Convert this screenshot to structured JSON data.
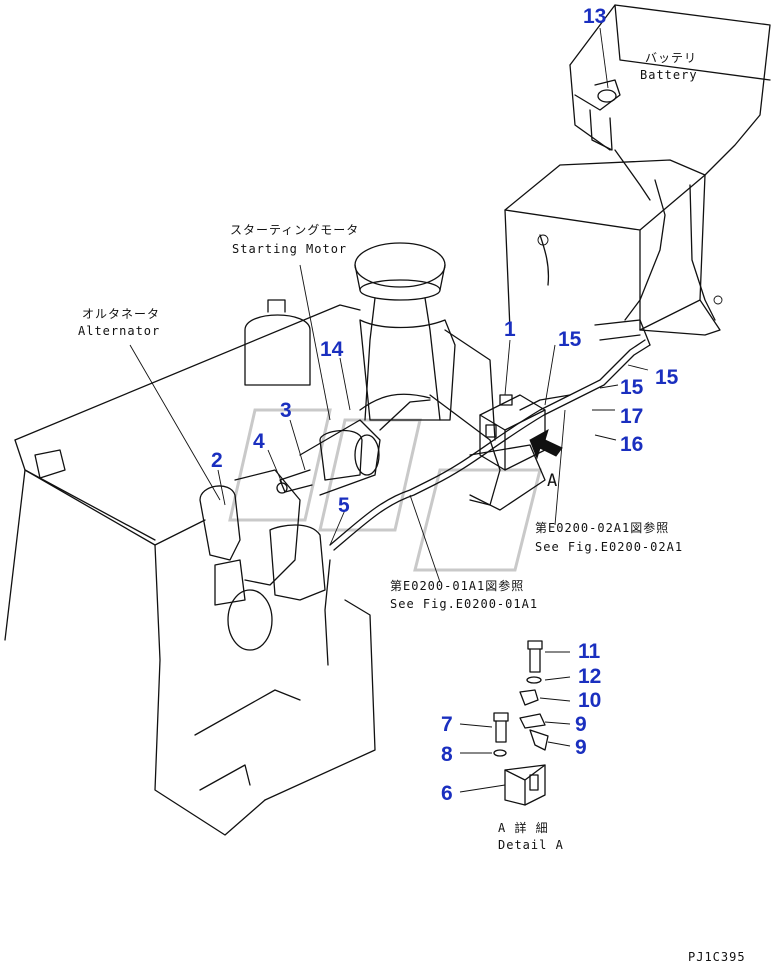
{
  "labels": {
    "battery_jp": "バッテリ",
    "battery_en": "Battery",
    "starting_motor_jp": "スターティングモータ",
    "starting_motor_en": "Starting Motor",
    "alternator_jp": "オルタネータ",
    "alternator_en": "Alternator",
    "ref_a1_jp": "第E0200-02A1図参照",
    "ref_a1_en": "See Fig.E0200-02A1",
    "ref_b1_jp": "第E0200-01A1図参照",
    "ref_b1_en": "See Fig.E0200-01A1",
    "view_letter": "A",
    "detail_jp": "A 詳 細",
    "detail_en": "Detail A",
    "drawing_code": "PJ1C395"
  },
  "callouts": {
    "c13": "13",
    "c1": "1",
    "c15a": "15",
    "c15b": "15",
    "c15c": "15",
    "c17": "17",
    "c16": "16",
    "c14": "14",
    "c3": "3",
    "c4": "4",
    "c2": "2",
    "c5": "5",
    "c11": "11",
    "c12": "12",
    "c10": "10",
    "c9a": "9",
    "c9b": "9",
    "c7": "7",
    "c8": "8",
    "c6": "6"
  }
}
